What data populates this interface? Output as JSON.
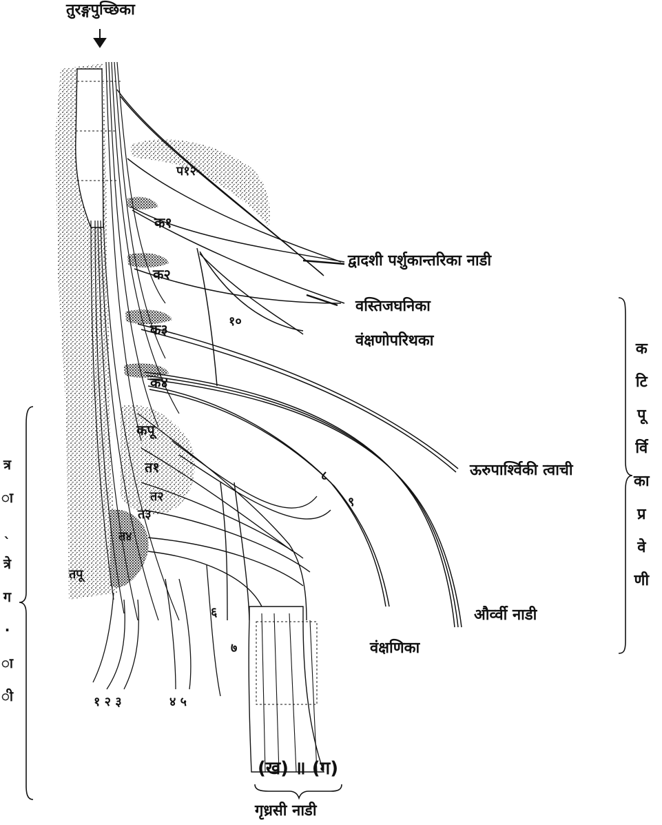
{
  "labels": {
    "cauda_equina": "तुरङ्गपुच्छिका",
    "twelfth_intercostal": "द्वादशी पर्शुकान्तरिका नाडी",
    "iliohypogastric": "वस्तिजघनिका",
    "ilioinguinal": "वंक्षणोपरिथका",
    "lateral_cutaneous": "ऊरुपार्श्विकी त्वाची",
    "femoral": "और्व्वी नाडी",
    "obturator": "वंक्षणिका",
    "sciatic": "गृध्रसी नाडी",
    "sciatic_parts": "(ख) ॥ (ग)"
  },
  "lumbar_plexus_vertical": [
    "क",
    "टि",
    "पू",
    "र्वि",
    "का",
    "प्र",
    "वे",
    "णी"
  ],
  "left_partial_vertical": [
    "त्र",
    "ा",
    "ˎ",
    "त्रे",
    "ग",
    "·",
    "ा",
    "ी"
  ],
  "root_labels": [
    "प१२",
    "क१",
    "क२",
    "क३",
    "क४",
    "कपू",
    "त१",
    "त२",
    "त३",
    "त४",
    "तपू"
  ],
  "branch_numbers": {
    "n10": "१०",
    "n8": "८",
    "n9": "९",
    "n6": "६",
    "n7": "७",
    "n123": "१ २ ३",
    "n45": "४ ५"
  }
}
